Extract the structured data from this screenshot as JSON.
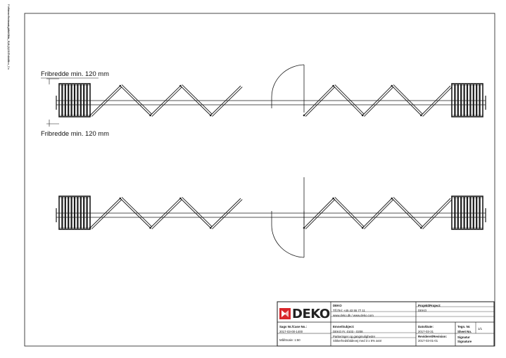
{
  "side_note": {
    "lines": [
      "Filename: Fakta ark_AB1 FRA_ Pb2 (0) 2025 11 28",
      "Filename: drawings/tab/plan_v_fb_v.2 1 T skabfora_Da"
    ]
  },
  "dimensions": {
    "top_label": "Fribredde min. 120 mm",
    "bottom_label": "Fribredde min. 120 mm"
  },
  "title_block": {
    "logo_text": "DEKO",
    "company": {
      "name": "DEKO",
      "phone": "Tlf./Tel: +45 43 55 77 11",
      "web": "www.deko.dk / www.deko.com"
    },
    "project": {
      "label": "Projekt/Project:",
      "value": "DEKO"
    },
    "case": {
      "label": "Sags Nr./Case No.:",
      "value": "2017-03-00-1400"
    },
    "subject": {
      "label": "Emne/Subject:",
      "value": "DEKO Fr. 0103 - 0208",
      "line2": "Parkeringer og gangmuligheder",
      "line3": "Sikkerhedsfaldevej med 3 x 6% asnt"
    },
    "date": {
      "label": "Dato/Date:",
      "value": "2017-03-31"
    },
    "sheet": {
      "label": "Tegn. Nr.",
      "label2": "Sheet No.",
      "value": "1/1"
    },
    "scale": {
      "label": "Mål/Scale: 1:50"
    },
    "revision": {
      "label": "Revideret/Revision:",
      "value": "2017-03-01-01"
    },
    "signature": {
      "label": "Signatur",
      "label2": "Signature"
    }
  },
  "colors": {
    "line": "#1a1a1a",
    "logo_red": "#d9262b"
  },
  "icons": {
    "logo": "deko-logo-icon"
  }
}
